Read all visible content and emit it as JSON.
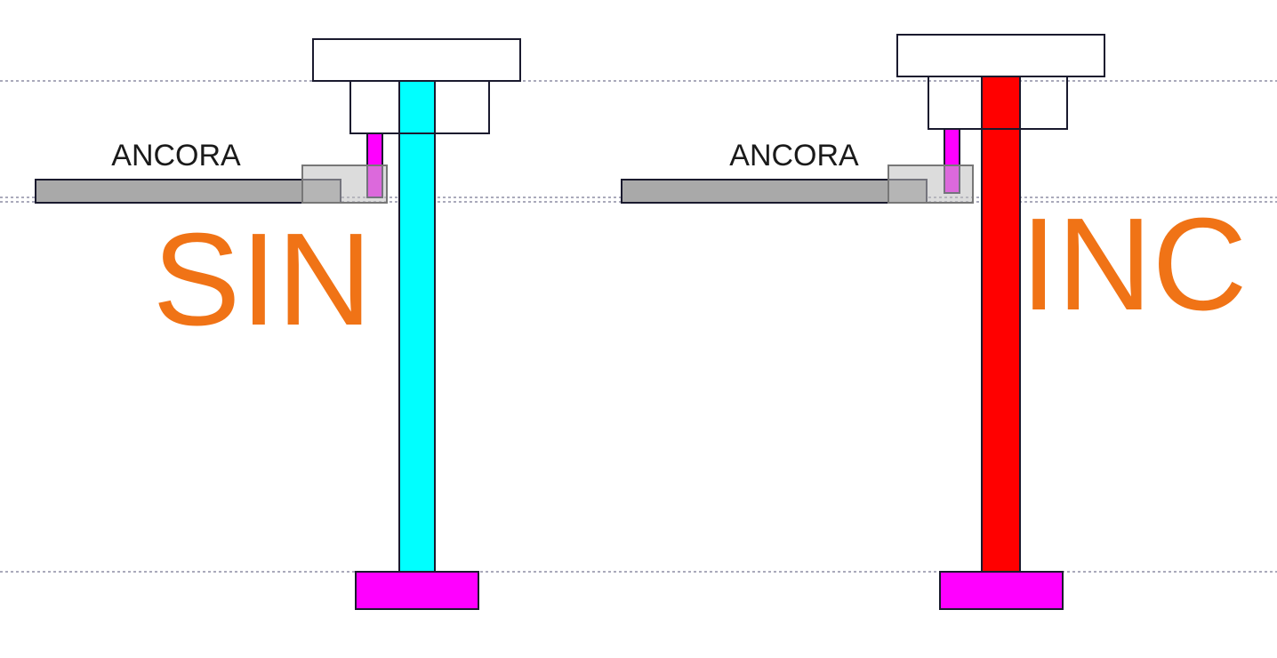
{
  "labels": {
    "left_anchor": "ANCORA",
    "right_anchor": "ANCORA",
    "left_big": "SIN",
    "right_big": "INC"
  },
  "colors": {
    "left_column": "#00ffff",
    "right_column": "#ff0000",
    "bracket": "#ff00ff",
    "anchor_plate": "#a9a9a9",
    "anchor_overlay": "#c0c0c0",
    "big_text": "#f07316",
    "guide_line": "#555577",
    "outline": "#1a1a2e"
  }
}
